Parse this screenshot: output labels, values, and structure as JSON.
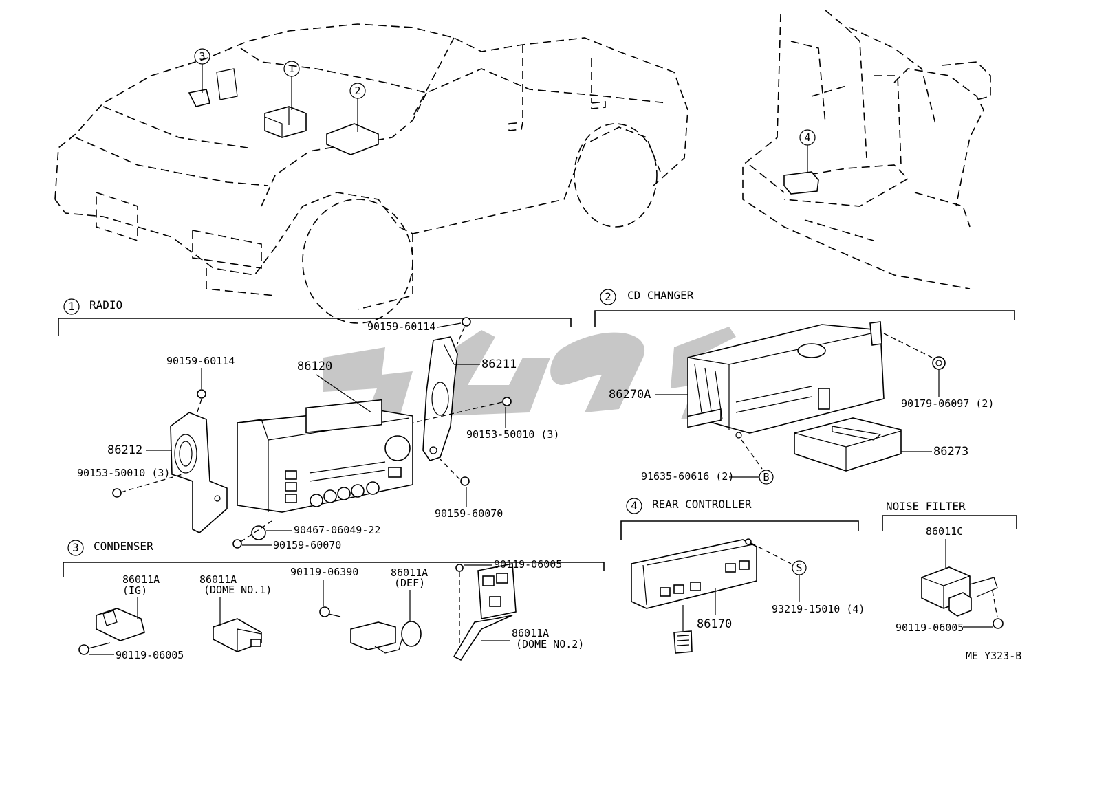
{
  "drawing_code": "ME Y323-B",
  "sections": {
    "radio": {
      "number": "1",
      "title": "RADIO"
    },
    "cd_changer": {
      "number": "2",
      "title": "CD CHANGER"
    },
    "condenser": {
      "number": "3",
      "title": "CONDENSER"
    },
    "rear_controller": {
      "number": "4",
      "title": "REAR CONTROLLER"
    },
    "noise_filter": {
      "title": "NOISE FILTER"
    }
  },
  "callouts": {
    "c1": "1",
    "c2": "2",
    "c3": "3",
    "c4": "4"
  },
  "symbols": {
    "b": "B",
    "s": "S"
  },
  "radio_parts": {
    "p86120": "86120",
    "p86211": "86211",
    "p86212": "86212",
    "screw_top_right": "90159-60114",
    "screw_top_left": "90159-60114",
    "screw_right": "90153-50010 (3)",
    "screw_left": "90153-50010 (3)",
    "screw_bottom_right": "90159-60070",
    "clip": "90467-06049-22",
    "screw_bottom": "90159-60070"
  },
  "cd_parts": {
    "p86270a": "86270A",
    "p86273": "86273",
    "nut": "90179-06097 (2)",
    "bolt": "91635-60616 (2)"
  },
  "condenser_parts": {
    "ig_num": "86011A",
    "ig_sub": "(IG)",
    "ig_screw": "90119-06005",
    "dome1_num": "86011A",
    "dome1_sub": "(DOME NO.1)",
    "def_screw": "90119-06390",
    "def_num": "86011A",
    "def_sub": "(DEF)",
    "dome2_screw": "90119-06005",
    "dome2_num": "86011A",
    "dome2_sub": "(DOME NO.2)"
  },
  "rear_parts": {
    "p86170": "86170",
    "screw": "93219-15010 (4)"
  },
  "noise_parts": {
    "p86011c": "86011C",
    "screw": "90119-06005"
  }
}
